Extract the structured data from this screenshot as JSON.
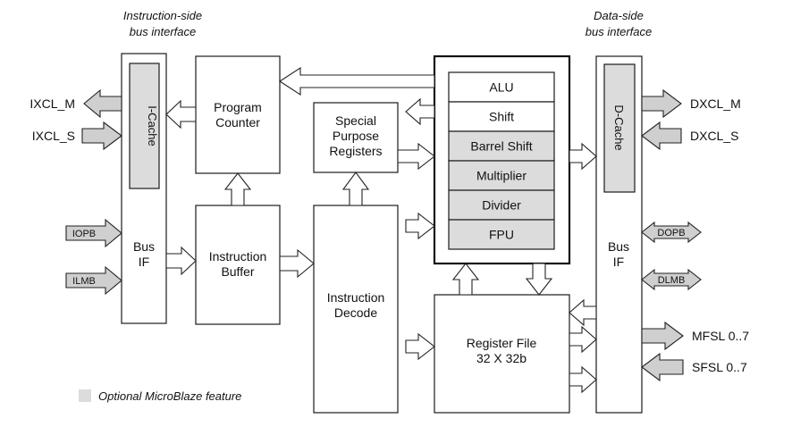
{
  "headers": {
    "instruction_side": [
      "Instruction-side",
      "bus interface"
    ],
    "data_side": [
      "Data-side",
      "bus interface"
    ]
  },
  "left_bus": {
    "cache_label": "I-Cache",
    "bus_label": [
      "Bus",
      "IF"
    ],
    "ports": [
      "IXCL_M",
      "IXCL_S",
      "IOPB",
      "ILMB"
    ]
  },
  "right_bus": {
    "cache_label": "D-Cache",
    "bus_label": [
      "Bus",
      "IF"
    ],
    "ports": [
      "DXCL_M",
      "DXCL_S",
      "DOPB",
      "DLMB",
      "MFSL 0..7",
      "SFSL 0..7"
    ]
  },
  "blocks": {
    "program_counter": [
      "Program",
      "Counter"
    ],
    "instruction_buffer": [
      "Instruction",
      "Buffer"
    ],
    "special_purpose_registers": [
      "Special",
      "Purpose",
      "Registers"
    ],
    "instruction_decode": [
      "Instruction",
      "Decode"
    ],
    "register_file": [
      "Register File",
      "32 X 32b"
    ]
  },
  "execution_units": [
    {
      "label": "ALU",
      "optional": false
    },
    {
      "label": "Shift",
      "optional": false
    },
    {
      "label": "Barrel Shift",
      "optional": true
    },
    {
      "label": "Multiplier",
      "optional": true
    },
    {
      "label": "Divider",
      "optional": true
    },
    {
      "label": "FPU",
      "optional": true
    }
  ],
  "legend": {
    "label": "Optional MicroBlaze feature",
    "color": "#dcdcdc"
  }
}
